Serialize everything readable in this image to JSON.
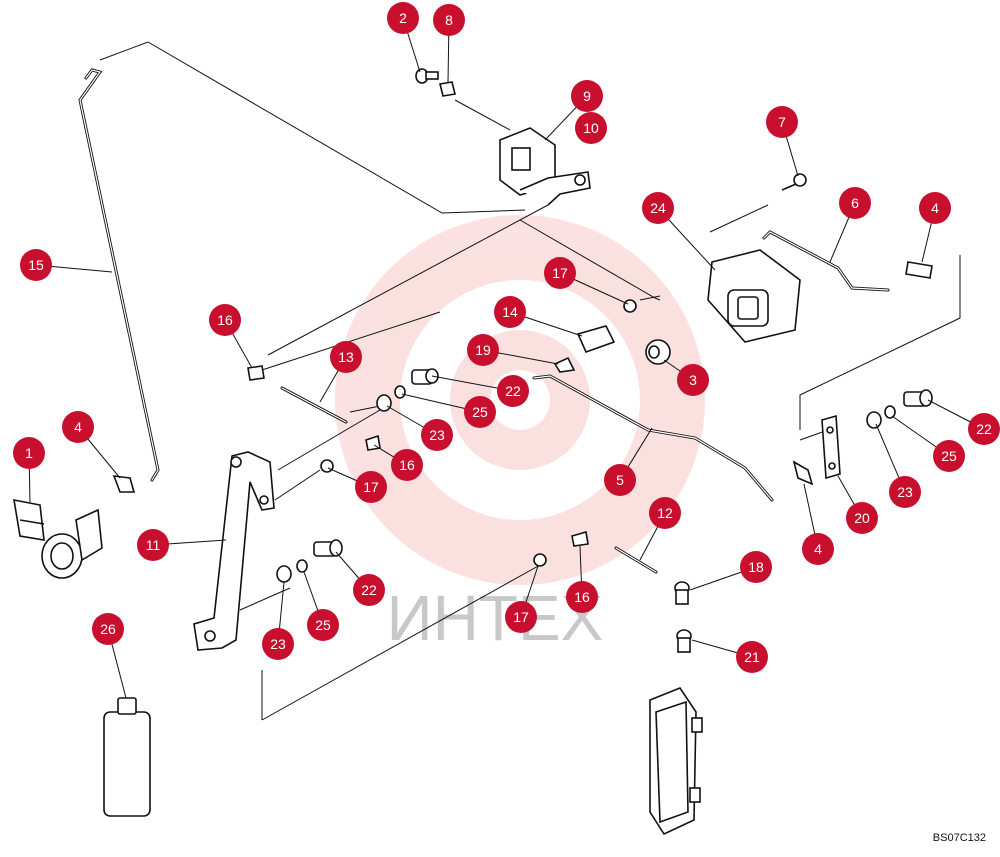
{
  "diagram": {
    "reference_code": "BS07C132",
    "watermark_text": "ИНТЕХ",
    "callout_color": "#c8102e",
    "callouts": [
      {
        "label": "2"
      },
      {
        "label": "8"
      },
      {
        "label": "9"
      },
      {
        "label": "10"
      },
      {
        "label": "7"
      },
      {
        "label": "24"
      },
      {
        "label": "6"
      },
      {
        "label": "4"
      },
      {
        "label": "17"
      },
      {
        "label": "15"
      },
      {
        "label": "14"
      },
      {
        "label": "16"
      },
      {
        "label": "19"
      },
      {
        "label": "3"
      },
      {
        "label": "13"
      },
      {
        "label": "22"
      },
      {
        "label": "25"
      },
      {
        "label": "23"
      },
      {
        "label": "22"
      },
      {
        "label": "4"
      },
      {
        "label": "1"
      },
      {
        "label": "16"
      },
      {
        "label": "17"
      },
      {
        "label": "5"
      },
      {
        "label": "25"
      },
      {
        "label": "23"
      },
      {
        "label": "20"
      },
      {
        "label": "11"
      },
      {
        "label": "12"
      },
      {
        "label": "4"
      },
      {
        "label": "22"
      },
      {
        "label": "18"
      },
      {
        "label": "17"
      },
      {
        "label": "16"
      },
      {
        "label": "23"
      },
      {
        "label": "25"
      },
      {
        "label": "26"
      },
      {
        "label": "21"
      }
    ]
  }
}
